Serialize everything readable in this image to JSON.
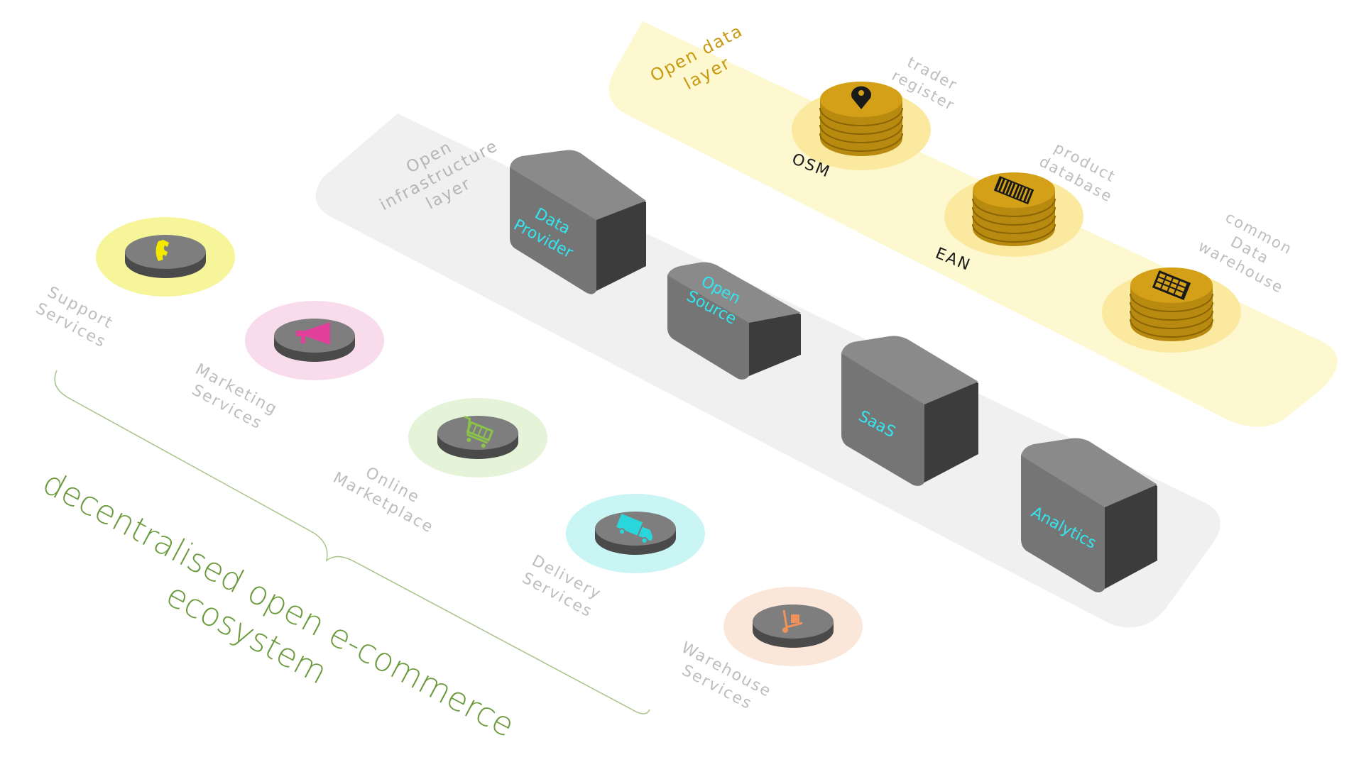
{
  "layers": {
    "open_data": {
      "title_line1": "Open data",
      "title_line2": "layer",
      "items": [
        {
          "code": "OSM",
          "desc_line1": "trader",
          "desc_line2": "register",
          "desc_line3": "",
          "icon": "map-pin-icon"
        },
        {
          "code": "EAN",
          "desc_line1": "product",
          "desc_line2": "database",
          "desc_line3": "",
          "icon": "barcode-icon"
        },
        {
          "code": "",
          "desc_line1": "common",
          "desc_line2": "Data",
          "desc_line3": "warehouse",
          "icon": "grid-table-icon"
        }
      ]
    },
    "infrastructure": {
      "title_line1": "Open",
      "title_line2": "infrastructure",
      "title_line3": "layer",
      "items": [
        {
          "line1": "Data",
          "line2": "Provider"
        },
        {
          "line1": "Open",
          "line2": "Source"
        },
        {
          "line1": "SaaS",
          "line2": ""
        },
        {
          "line1": "Analytics",
          "line2": ""
        }
      ]
    },
    "services": {
      "items": [
        {
          "line1": "Support",
          "line2": "Services",
          "icon": "phone-icon",
          "glow": "#f7f59a",
          "icon_color": "#f5e800"
        },
        {
          "line1": "Marketing",
          "line2": "Services",
          "icon": "megaphone-icon",
          "glow": "#f9dcec",
          "icon_color": "#e0409a"
        },
        {
          "line1": "Online",
          "line2": "Marketplace",
          "icon": "cart-icon",
          "glow": "#e5f4d8",
          "icon_color": "#8bc34a"
        },
        {
          "line1": "Delivery",
          "line2": "Services",
          "icon": "truck-icon",
          "glow": "#c9f5f5",
          "icon_color": "#28d6dc"
        },
        {
          "line1": "Warehouse",
          "line2": "Services",
          "icon": "hand-truck-icon",
          "glow": "#fbe7da",
          "icon_color": "#f0935a"
        }
      ]
    }
  },
  "ecosystem": {
    "line1": "decentralised open e-commerce",
    "line2": "ecosystem"
  },
  "colors": {
    "data_band": "#fdf8cf",
    "infra_band": "#f0f0f0",
    "coin": "#d4a017",
    "coin_dark": "#9a7209",
    "block_top": "#7f7f7f",
    "block_front": "#606060",
    "block_side": "#3c3c3c",
    "block_text": "#33e6ef",
    "data_title": "#c79a10",
    "label_grey": "#bdbdbd",
    "ecosystem_green": "#6a9a3c"
  }
}
